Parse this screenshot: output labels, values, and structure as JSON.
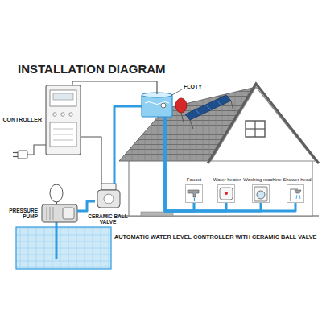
{
  "diagram": {
    "title": "INSTALLATION DIAGRAM",
    "caption": "AUTOMATIC WATER LEVEL CONTROLLER WITH CERAMIC BALL VALVE",
    "nodes": [
      {
        "text": [
          "FLOTY"
        ]
      },
      {
        "text": [
          "CONTROLLER"
        ]
      },
      {
        "text": [
          "CERAMIC BALL VALVE"
        ]
      },
      {
        "text": [
          "PRESSURE PUMP"
        ]
      },
      {
        "text": [
          "Faucet"
        ]
      },
      {
        "text": [
          "Water heater"
        ]
      },
      {
        "text": [
          "Washing machine"
        ]
      },
      {
        "text": [
          "Shower head"
        ]
      }
    ],
    "edges": [
      {
        "from": 1,
        "to": 0,
        "arrow": "none"
      },
      {
        "from": 1,
        "to": 2,
        "arrow": "none"
      },
      {
        "from": 3,
        "to": 2,
        "arrow": "none"
      },
      {
        "from": 2,
        "to": 0,
        "arrow": "none"
      },
      {
        "from": 0,
        "to": 4,
        "arrow": "none"
      },
      {
        "from": 0,
        "to": 5,
        "arrow": "none"
      },
      {
        "from": 0,
        "to": 6,
        "arrow": "none"
      },
      {
        "from": 0,
        "to": 7,
        "arrow": "none"
      }
    ]
  }
}
